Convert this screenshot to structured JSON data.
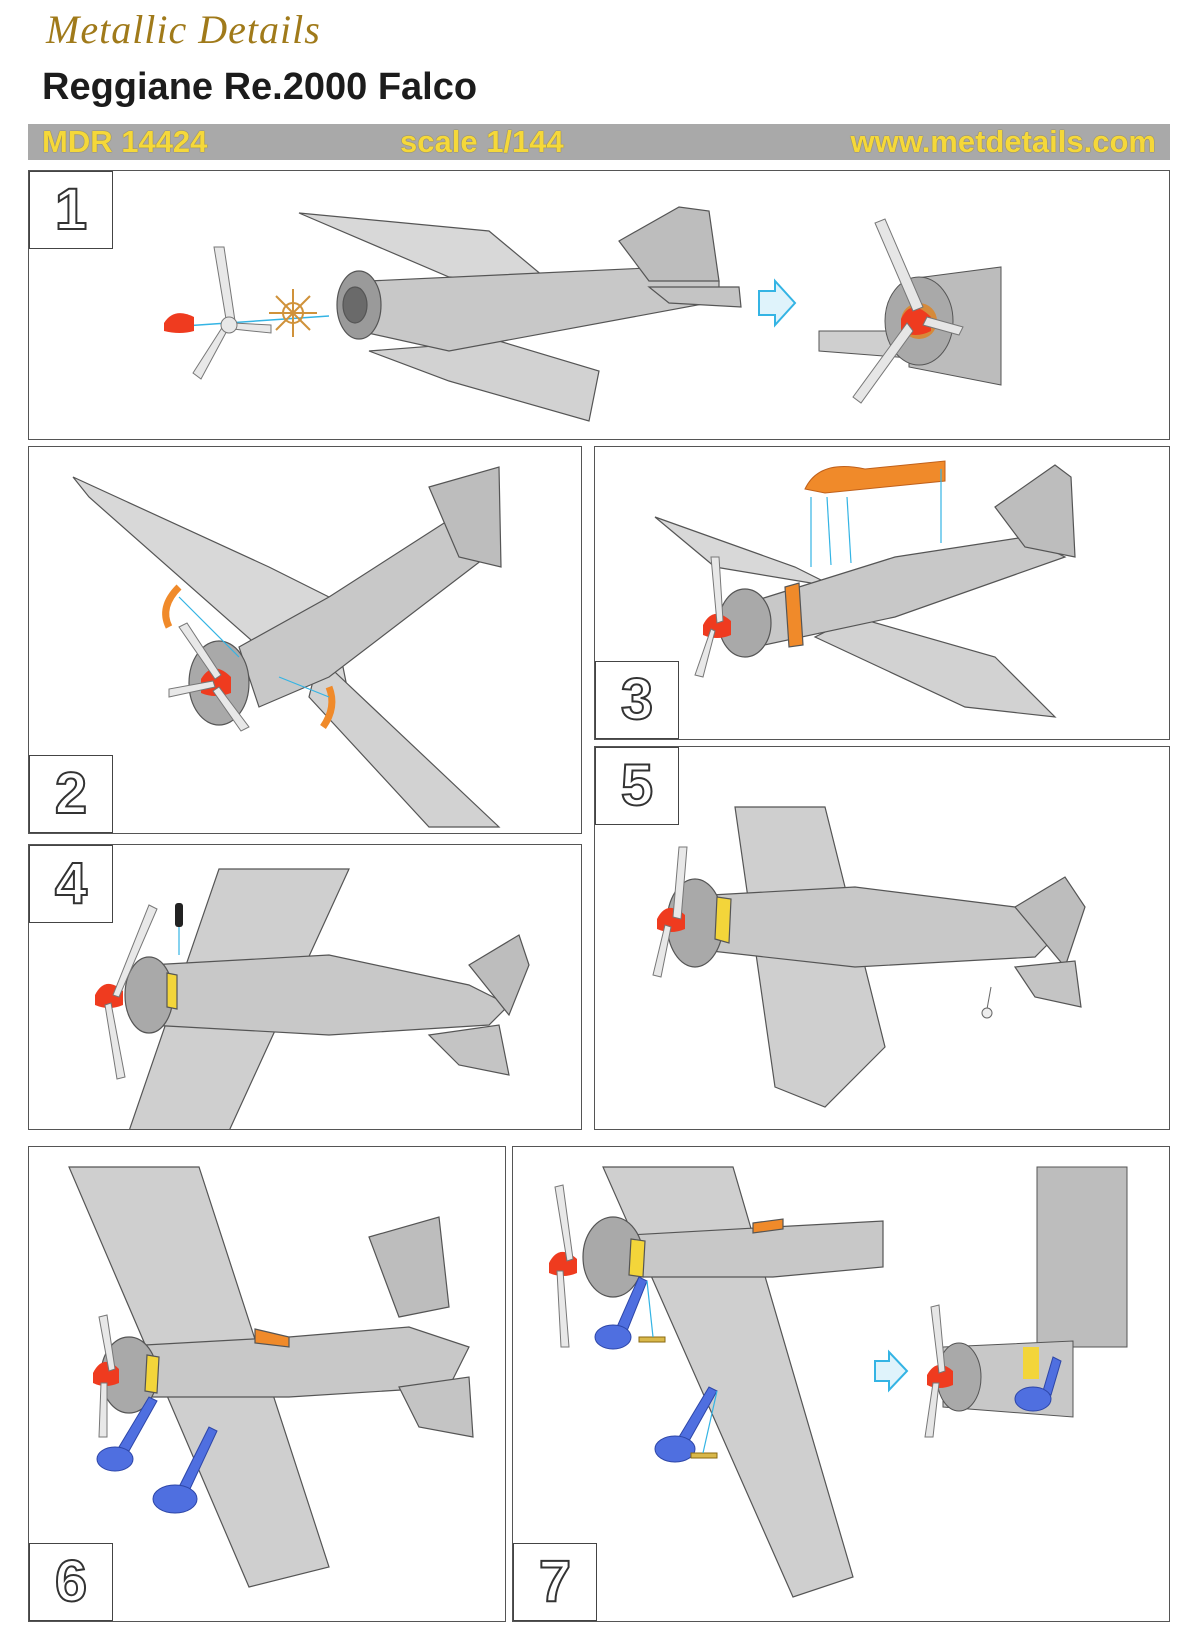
{
  "header": {
    "brand": "Metallic Details",
    "title": "Reggiane Re.2000 Falco",
    "code": "MDR 14424",
    "scale": "scale 1/144",
    "url": "www.metdetails.com"
  },
  "steps": [
    {
      "number": "1"
    },
    {
      "number": "2"
    },
    {
      "number": "3"
    },
    {
      "number": "4"
    },
    {
      "number": "5"
    },
    {
      "number": "6"
    },
    {
      "number": "7"
    }
  ],
  "colors": {
    "header_bar": "#a9a9a9",
    "header_text": "#f5d83a",
    "brand": "#a07a1a",
    "part_red": "#ef3b1f",
    "part_orange": "#f08a2a",
    "part_blue": "#4f6fe0",
    "part_yellow": "#f3d53a",
    "leader_line": "#34b4e4",
    "aircraft_grey": "#c8c8c8"
  }
}
